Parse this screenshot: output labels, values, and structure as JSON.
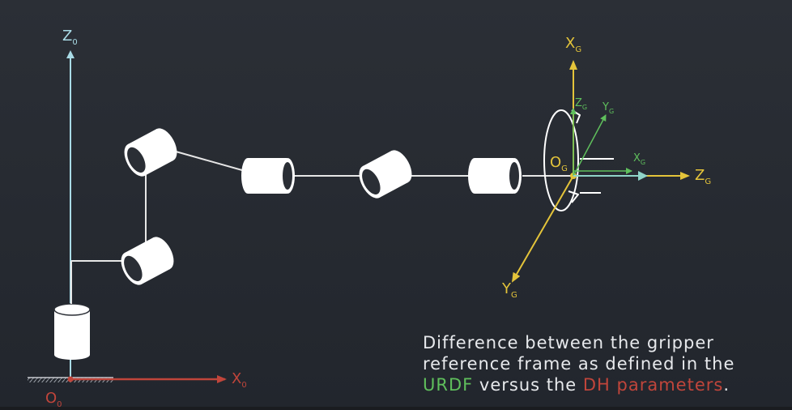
{
  "labels": {
    "z0": {
      "main": "Z",
      "sub": "0"
    },
    "x0": {
      "main": "X",
      "sub": "0"
    },
    "o0": {
      "main": "O",
      "sub": "0"
    },
    "xg_dh": {
      "main": "X",
      "sub": "G"
    },
    "zg_dh": {
      "main": "Z",
      "sub": "G"
    },
    "yg_dh": {
      "main": "Y",
      "sub": "G"
    },
    "og": {
      "main": "O",
      "sub": "G"
    },
    "zg_urdf": {
      "main": "Z",
      "sub": "G"
    },
    "yg_urdf": {
      "main": "Y",
      "sub": "G"
    },
    "xg_urdf": {
      "main": "X",
      "sub": "G"
    }
  },
  "caption": {
    "line1": "Difference between the gripper",
    "line2": "reference frame as defined in the",
    "urdf": "URDF",
    "versus": " versus the ",
    "dh": "DH parameters",
    "period": "."
  },
  "colors": {
    "base_z_axis": "#a9dbe6",
    "base_x_axis": "#c0453b",
    "dh_frame": "#e4c43a",
    "urdf_frame": "#5fbf5c",
    "links": "#e6e6e6",
    "joints": "#ffffff"
  }
}
